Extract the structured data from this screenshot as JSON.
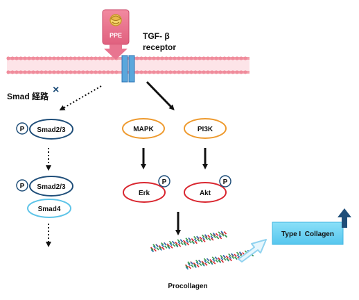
{
  "compound": {
    "label": "PPE"
  },
  "receptor": {
    "line1": "TGF- β",
    "line2": "receptor"
  },
  "smad_pathway": {
    "label": "Smad 経路",
    "blocked_mark": "×"
  },
  "nodes": {
    "smad23_top": "Smad2/3",
    "smad23_bottom": "Smad2/3",
    "smad4": "Smad4",
    "mapk": "MAPK",
    "pi3k": "PI3K",
    "erk": "Erk",
    "akt": "Akt"
  },
  "phospho_label": "P",
  "procollagen": {
    "label": "Procollagen"
  },
  "collagen": {
    "label": "Type I  Collagen"
  },
  "colors": {
    "membrane": "#f2a0ab",
    "receptor": "#5aa7dc",
    "ppe_box": "#e87590",
    "smad_border": "#1f4e79",
    "smad4_border": "#5ec4e8",
    "orange_border": "#ee9a2e",
    "red_border": "#d9262f",
    "collagen_box": "#6fd3f3",
    "up_arrow": "#1f4e79"
  }
}
